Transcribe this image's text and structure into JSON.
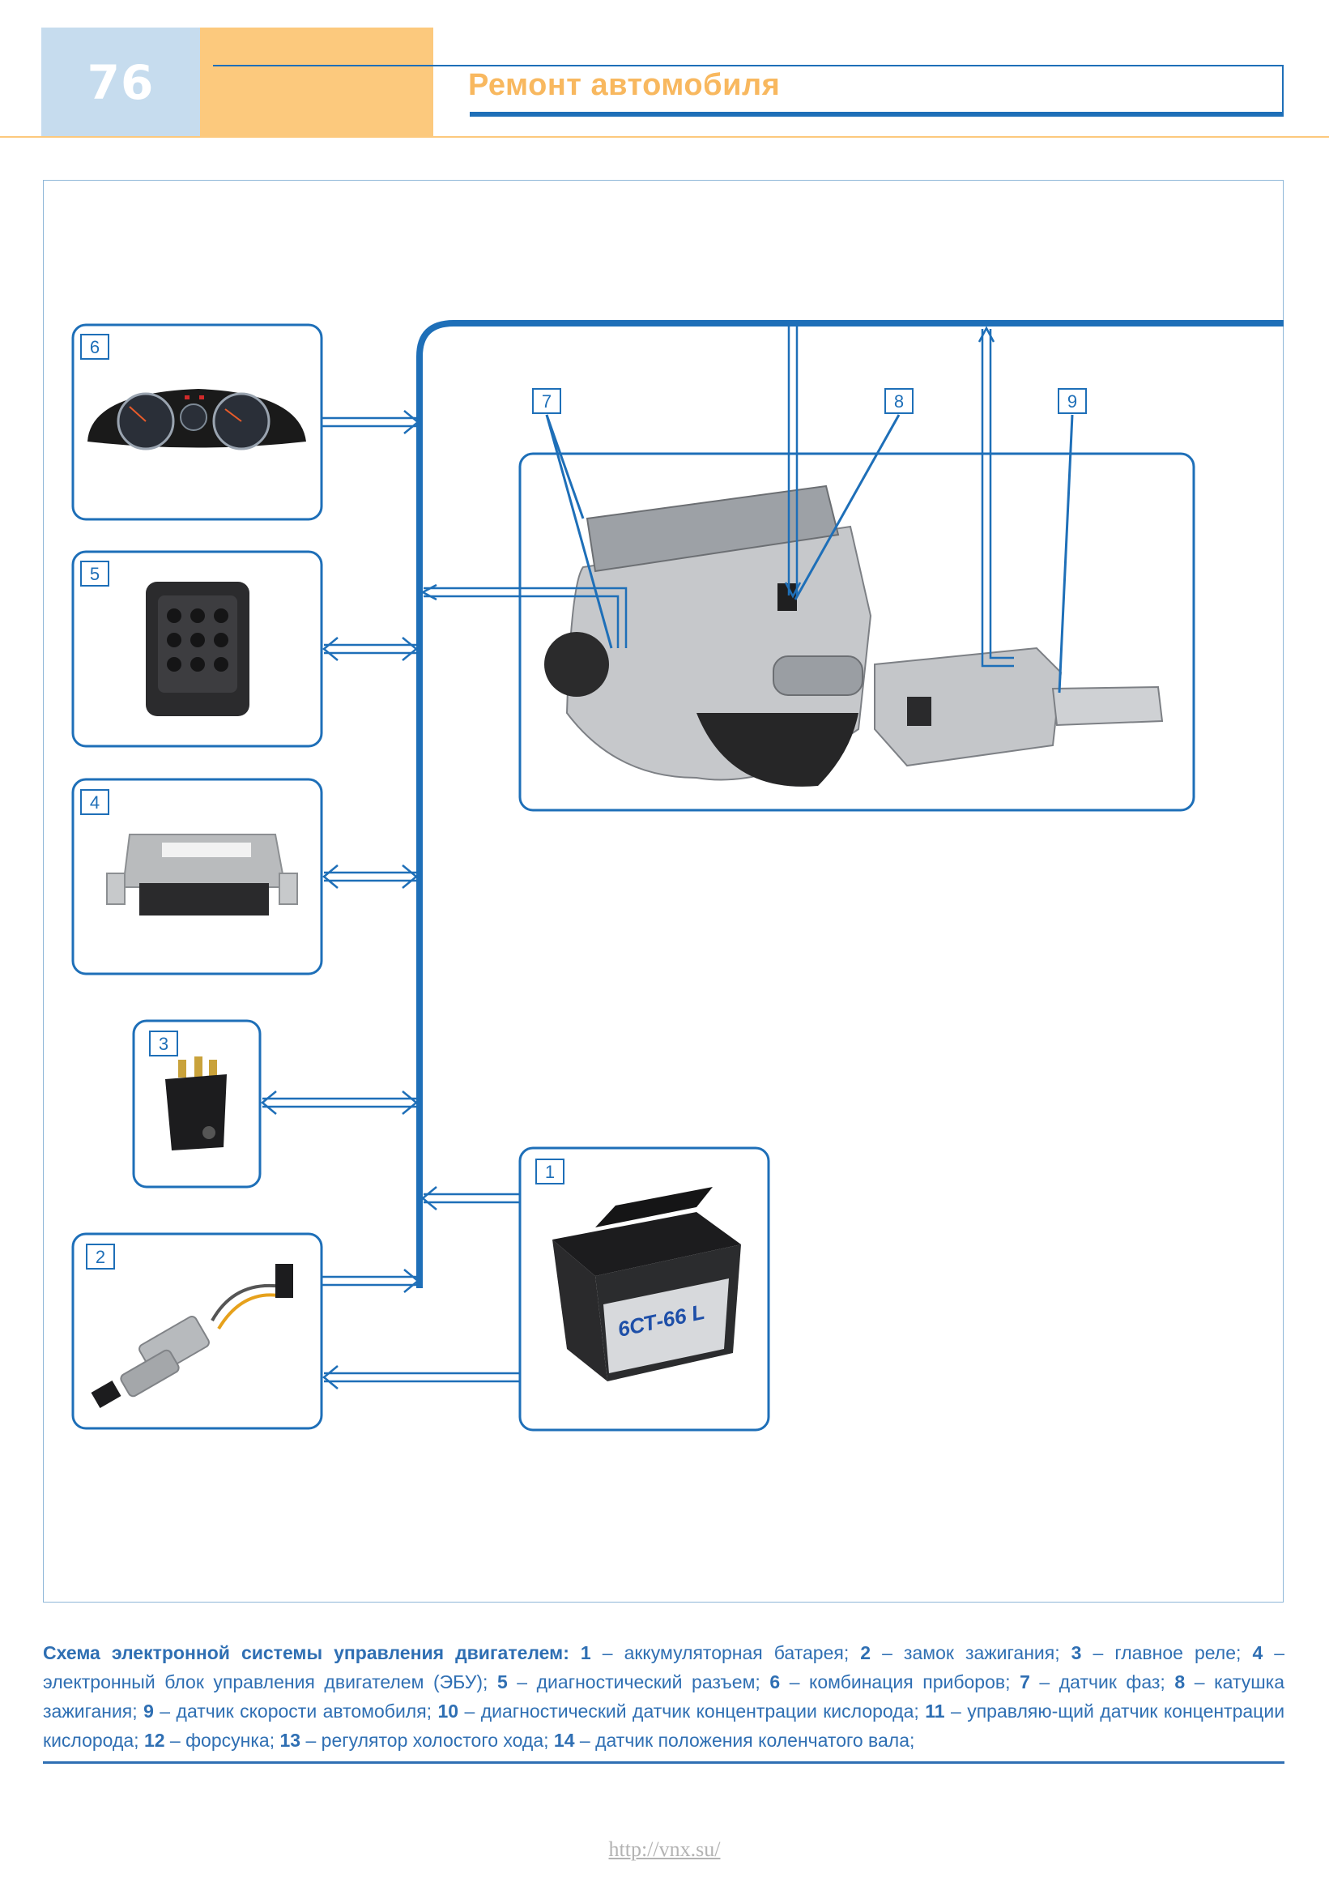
{
  "header": {
    "page_number": "76",
    "title": "Ремонт автомобиля"
  },
  "diagram": {
    "labels": [
      "1",
      "2",
      "3",
      "4",
      "5",
      "6",
      "7",
      "8",
      "9"
    ],
    "battery_marking": "6СТ-66 L"
  },
  "caption": {
    "heading": "Схема электронной системы управления двигателем:",
    "items": [
      {
        "num": "1",
        "text": "аккумуляторная батарея;"
      },
      {
        "num": "2",
        "text": "замок зажигания;"
      },
      {
        "num": "3",
        "text": "главное реле;"
      },
      {
        "num": "4",
        "text": "электронный блок управления двигателем (ЭБУ);"
      },
      {
        "num": "5",
        "text": "диагностический разъем;"
      },
      {
        "num": "6",
        "text": "комбинация приборов;"
      },
      {
        "num": "7",
        "text": "датчик фаз;"
      },
      {
        "num": "8",
        "text": "катушка зажигания;"
      },
      {
        "num": "9",
        "text": "датчик скорости автомобиля;"
      },
      {
        "num": "10",
        "text": "диагностический датчик концентрации кислорода;"
      },
      {
        "num": "11",
        "text": "управляю-щий датчик концентрации кислорода;"
      },
      {
        "num": "12",
        "text": "форсунка;"
      },
      {
        "num": "13",
        "text": "регулятор холостого хода;"
      },
      {
        "num": "14",
        "text": "датчик положения коленчатого вала;"
      }
    ]
  },
  "footer": {
    "link": "http://vnx.su/"
  },
  "colors": {
    "accent_blue": "#1e6fb8",
    "header_blue": "#c6dcee",
    "header_orange": "#fcc97d",
    "title_orange": "#f8b85f"
  }
}
